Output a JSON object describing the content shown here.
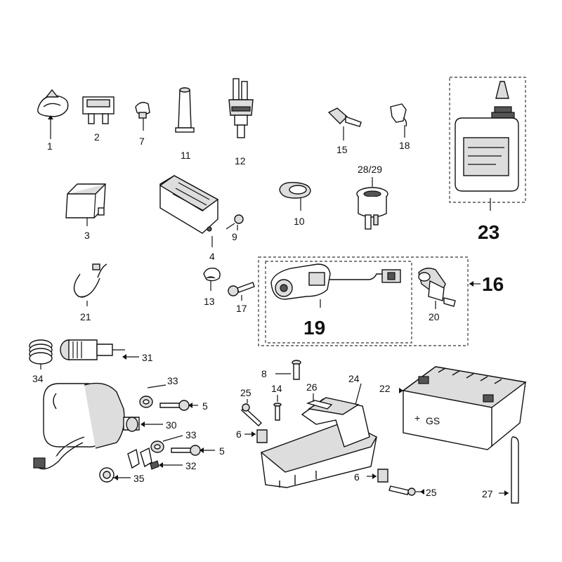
{
  "labels": {
    "l1": "1",
    "l2": "2",
    "l3": "3",
    "l4": "4",
    "l5a": "5",
    "l5b": "5",
    "l6a": "6",
    "l6b": "6",
    "l7": "7",
    "l8": "8",
    "l9": "9",
    "l10": "10",
    "l11": "11",
    "l12": "12",
    "l13": "13",
    "l14": "14",
    "l15": "15",
    "l16": "16",
    "l17": "17",
    "l18": "18",
    "l19": "19",
    "l20": "20",
    "l21": "21",
    "l22": "22",
    "l23": "23",
    "l24": "24",
    "l25a": "25",
    "l25b": "25",
    "l26": "26",
    "l27": "27",
    "l2829": "28/29",
    "l30": "30",
    "l31": "31",
    "l32": "32",
    "l33a": "33",
    "l33b": "33",
    "l34": "34",
    "l35": "35"
  },
  "battery_markings": {
    "plus": "+",
    "brand": "GS"
  }
}
